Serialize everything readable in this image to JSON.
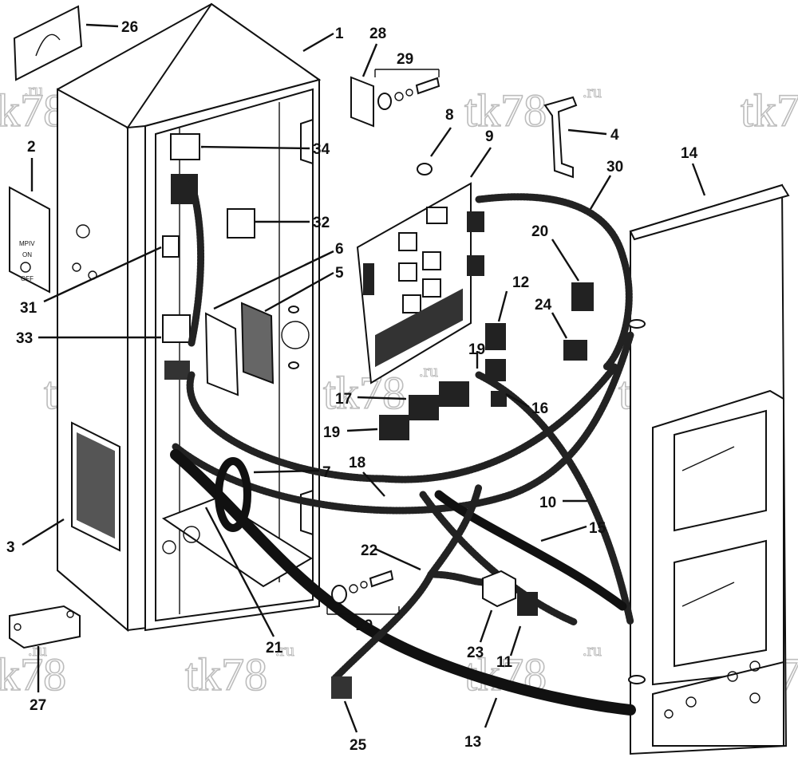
{
  "watermark": {
    "text": "tk78",
    "suffix": ".ru"
  },
  "switch_plate": {
    "line1": "MPIV",
    "line2": "ON",
    "line3": "OFF"
  },
  "callouts": [
    {
      "id": "1",
      "text": "1"
    },
    {
      "id": "2",
      "text": "2"
    },
    {
      "id": "3",
      "text": "3"
    },
    {
      "id": "4",
      "text": "4"
    },
    {
      "id": "5",
      "text": "5"
    },
    {
      "id": "6",
      "text": "6"
    },
    {
      "id": "7",
      "text": "7"
    },
    {
      "id": "8",
      "text": "8"
    },
    {
      "id": "9",
      "text": "9"
    },
    {
      "id": "10",
      "text": "10"
    },
    {
      "id": "11",
      "text": "11"
    },
    {
      "id": "12",
      "text": "12"
    },
    {
      "id": "13",
      "text": "13"
    },
    {
      "id": "14",
      "text": "14"
    },
    {
      "id": "15",
      "text": "15"
    },
    {
      "id": "16",
      "text": "16"
    },
    {
      "id": "17",
      "text": "17"
    },
    {
      "id": "18",
      "text": "18"
    },
    {
      "id": "19a",
      "text": "19"
    },
    {
      "id": "19b",
      "text": "19"
    },
    {
      "id": "20",
      "text": "20"
    },
    {
      "id": "21",
      "text": "21"
    },
    {
      "id": "22",
      "text": "22"
    },
    {
      "id": "23",
      "text": "23"
    },
    {
      "id": "24",
      "text": "24"
    },
    {
      "id": "25",
      "text": "25"
    },
    {
      "id": "26",
      "text": "26"
    },
    {
      "id": "27",
      "text": "27"
    },
    {
      "id": "28",
      "text": "28"
    },
    {
      "id": "29a",
      "text": "29"
    },
    {
      "id": "29b",
      "text": "29"
    },
    {
      "id": "30",
      "text": "30"
    },
    {
      "id": "31",
      "text": "31"
    },
    {
      "id": "32",
      "text": "32"
    },
    {
      "id": "33",
      "text": "33"
    },
    {
      "id": "34",
      "text": "34"
    }
  ]
}
